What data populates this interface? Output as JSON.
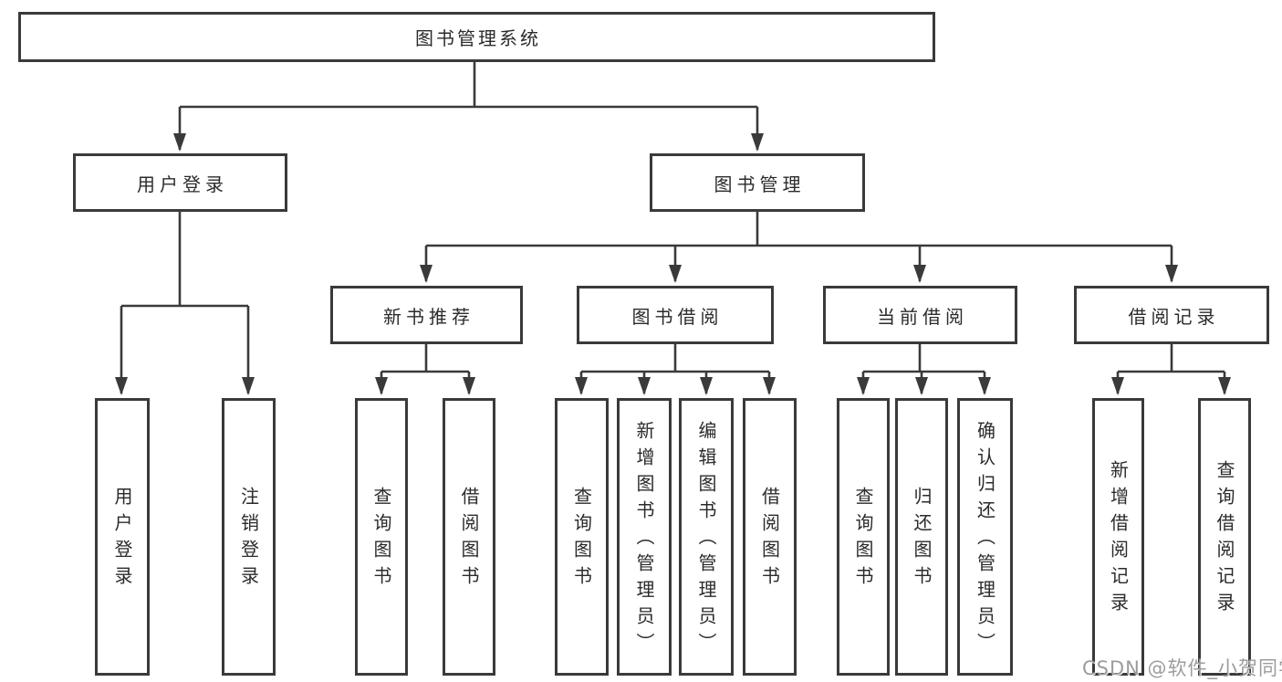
{
  "colors": {
    "line": "#3a3a3a",
    "text": "#2b2b2b",
    "box_bg": "#ffffff",
    "watermark": "#9c9c9c",
    "background": "#ffffff"
  },
  "nodes": {
    "root": "图书管理系统",
    "user_login": "用户登录",
    "book_mgmt": "图书管理",
    "leaf_user_login": "用户登录",
    "leaf_logout": "注销登录",
    "new_book_rec": "新书推荐",
    "nb_query_books": "查询图书",
    "nb_borrow_books": "借阅图书",
    "book_borrow": "图书借阅",
    "bb_query_books": "查询图书",
    "bb_add_books": "新增图书（管理员）",
    "bb_edit_books": "编辑图书（管理员）",
    "bb_borrow_books": "借阅图书",
    "current_borrow": "当前借阅",
    "cb_query_books": "查询图书",
    "cb_return_books": "归还图书",
    "cb_confirm_return": "确认归还（管理员）",
    "borrow_records": "借阅记录",
    "br_add_record": "新增借阅记录",
    "br_query_record": "查询借阅记录"
  },
  "watermark": "CSDN @软件_小贺同学"
}
